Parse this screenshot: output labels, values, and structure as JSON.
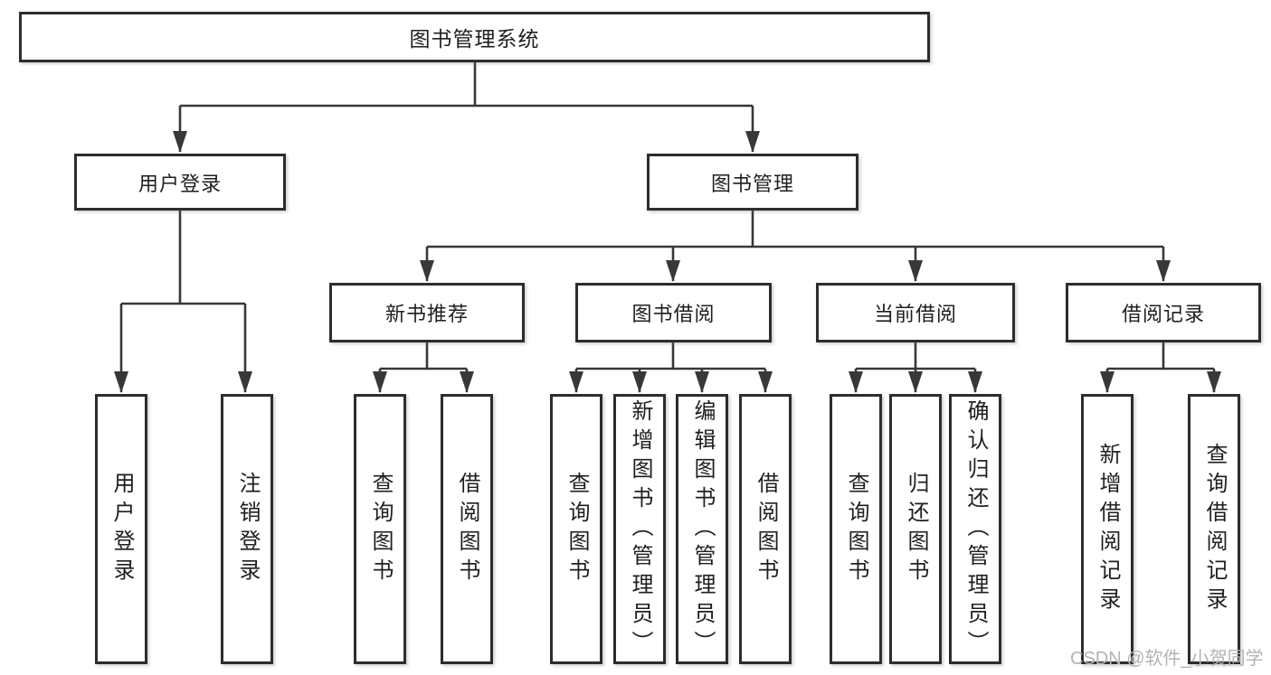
{
  "diagram": {
    "root": {
      "label": "图书管理系统"
    },
    "level2": [
      {
        "label": "用户登录"
      },
      {
        "label": "图书管理"
      }
    ],
    "level3": [
      {
        "label": "新书推荐"
      },
      {
        "label": "图书借阅"
      },
      {
        "label": "当前借阅"
      },
      {
        "label": "借阅记录"
      }
    ],
    "leaves": {
      "user_login": [
        "用户登录",
        "注销登录"
      ],
      "new_books": [
        "查询图书",
        "借阅图书"
      ],
      "book_borrow": [
        "查询图书",
        "新增图书（管理员）",
        "编辑图书（管理员）",
        "借阅图书"
      ],
      "current_borrow": [
        "查询图书",
        "归还图书",
        "确认归还（管理员）"
      ],
      "borrow_records": [
        "新增借阅记录",
        "查询借阅记录"
      ]
    }
  },
  "watermark": "CSDN @软件_小贺同学",
  "colors": {
    "line": "#383838",
    "border": "#2d2d2d",
    "text": "#1f1f1f",
    "watermark_text": "#b3b3b3",
    "background": "#ffffff"
  }
}
